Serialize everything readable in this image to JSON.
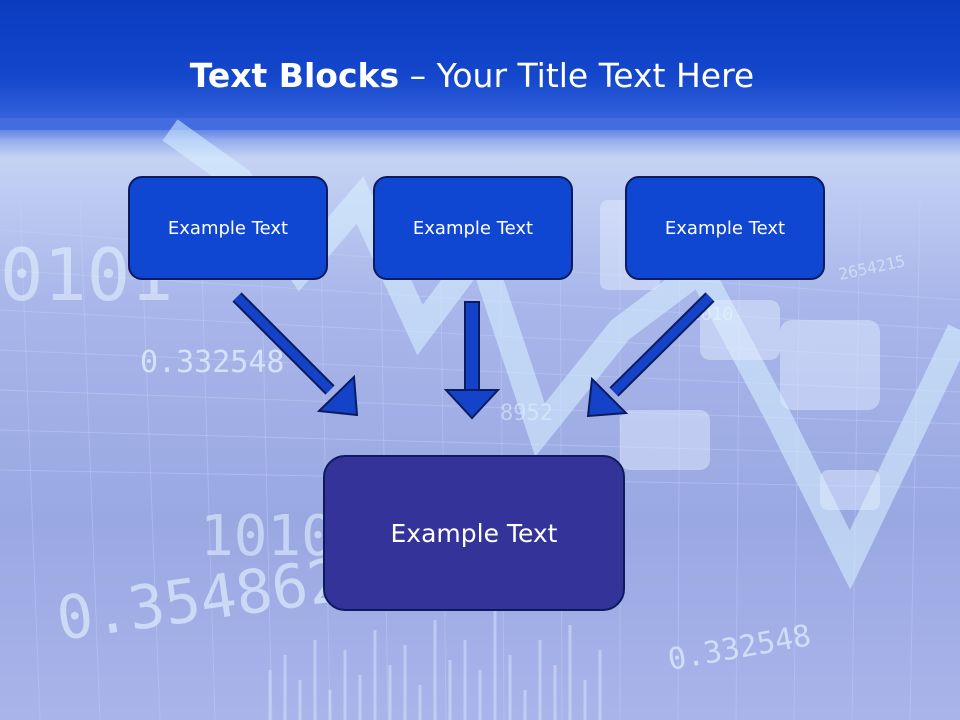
{
  "header": {
    "title_bold": "Text Blocks",
    "title_dash": " – ",
    "title_rest": "Your Title Text Here"
  },
  "background_numbers": [
    "0.332548",
    "0.3548621",
    "0.332548",
    "1010",
    "0101",
    "1010",
    "2654215",
    "8952"
  ],
  "blocks": [
    {
      "label": "Example Text"
    },
    {
      "label": "Example Text"
    },
    {
      "label": "Example Text"
    },
    {
      "label": "Example Text"
    }
  ],
  "colors": {
    "header": "#0a3bc0",
    "small_box": "#0f46d2",
    "big_box": "#33339a",
    "arrow": "#1442c8",
    "box_border": "#0b1b5e"
  }
}
